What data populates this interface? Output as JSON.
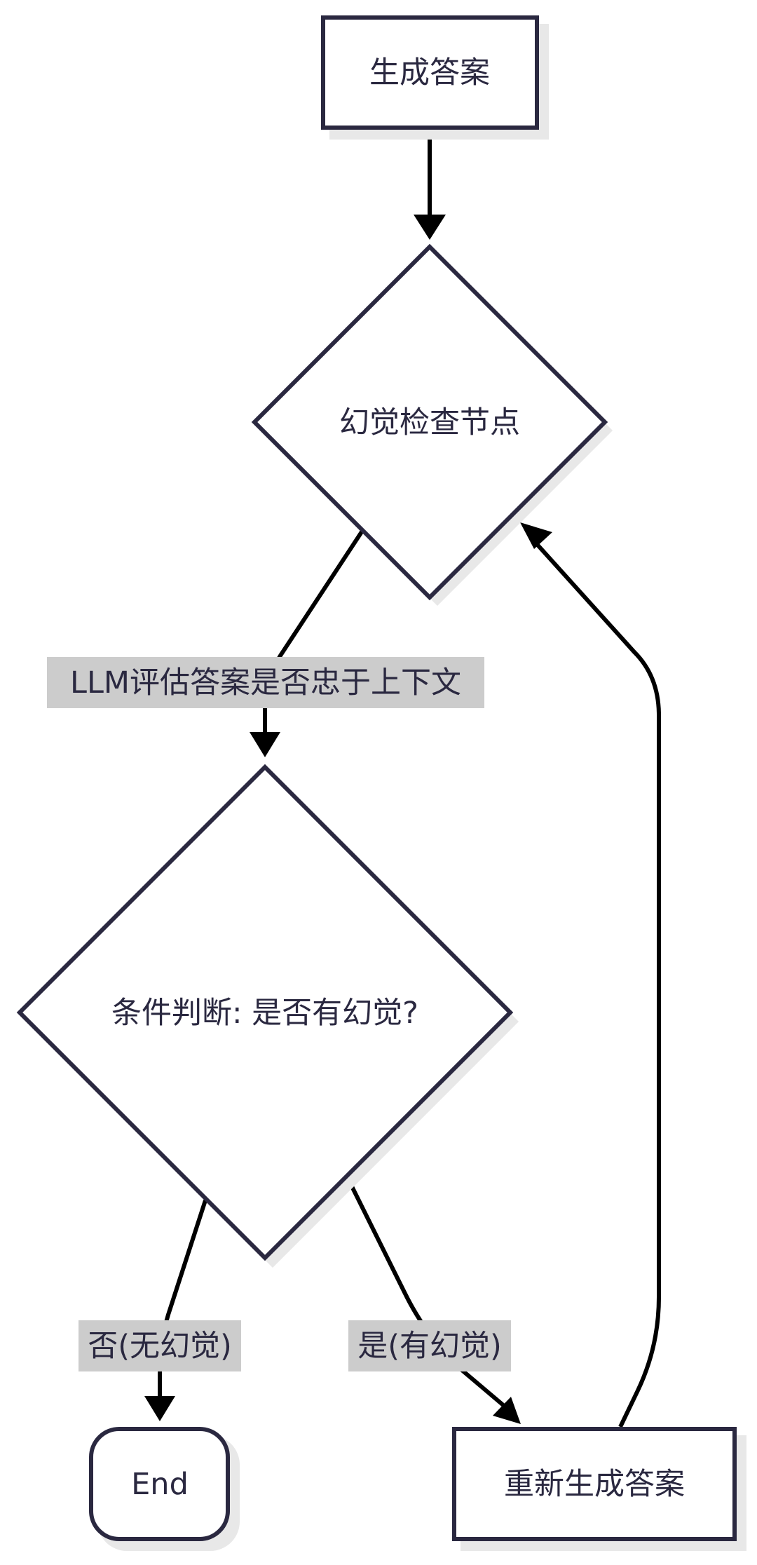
{
  "nodes": {
    "generate_answer": "生成答案",
    "hallucination_check": "幻觉检查节点",
    "condition": "条件判断: 是否有幻觉?",
    "end": "End",
    "regenerate_answer": "重新生成答案"
  },
  "edges": {
    "llm_evaluate": "LLM评估答案是否忠于上下文",
    "no_hallucination": "否(无幻觉)",
    "has_hallucination": "是(有幻觉)"
  },
  "colors": {
    "node_border": "#2a2840",
    "edge": "#000000",
    "label_background": "#cccccc",
    "shadow": "#e8e8e8"
  }
}
